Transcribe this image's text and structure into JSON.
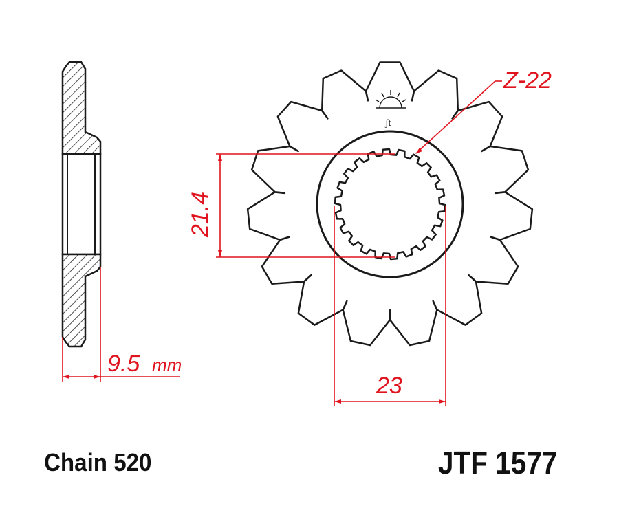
{
  "dimensions": {
    "teeth": "Z-22",
    "hub_height": "21.4",
    "thickness": "9.5",
    "thickness_unit": "mm",
    "spline_width": "23"
  },
  "caption": {
    "chain": "Chain 520",
    "part_number": "JTF 1577"
  },
  "drawing": {
    "tooth_count": 15,
    "spline_count": 22,
    "line_color": "#1a1a1a",
    "dimension_color": "#e0141e"
  }
}
